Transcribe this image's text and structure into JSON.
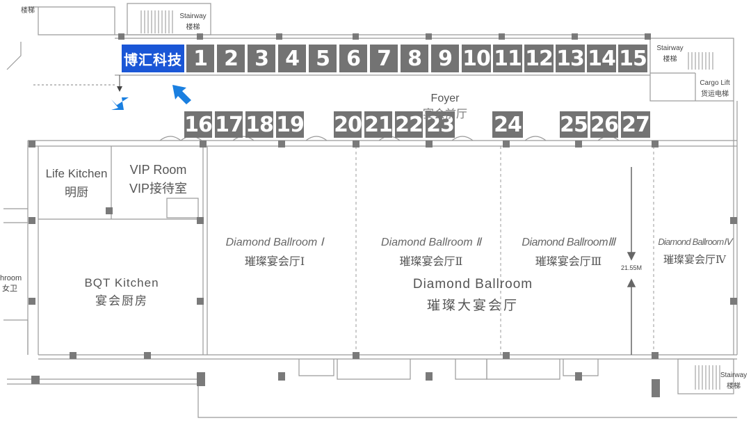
{
  "highlight_booth": {
    "label": "博汇科技",
    "color": "#1a56d6"
  },
  "booths_row1": [
    "1",
    "2",
    "3",
    "4",
    "5",
    "6",
    "7",
    "8",
    "9",
    "10",
    "11",
    "12",
    "13",
    "14",
    "15"
  ],
  "booths_row2": [
    "16",
    "17",
    "18",
    "19",
    "20",
    "21",
    "22",
    "23",
    "24",
    "25",
    "26",
    "27"
  ],
  "rooms": {
    "foyer": {
      "en": "Foyer",
      "zh": "宴会前厅"
    },
    "life_kitchen": {
      "en": "Life Kitchen",
      "zh": "明厨"
    },
    "vip_room": {
      "en": "VIP  Room",
      "zh": "VIP接待室"
    },
    "bqt_kitchen": {
      "en": "BQT Kitchen",
      "zh": "宴会厨房"
    },
    "ballroom": {
      "en": "Diamond Ballroom",
      "zh": "璀璨大宴会厅"
    },
    "ballroom_1": {
      "en": "Diamond Ballroom Ⅰ",
      "zh": "璀璨宴会厅Ⅰ"
    },
    "ballroom_2": {
      "en": "Diamond Ballroom Ⅱ",
      "zh": "璀璨宴会厅Ⅱ"
    },
    "ballroom_3": {
      "en": "Diamond BallroomⅢ",
      "zh": "璀璨宴会厅Ⅲ"
    },
    "ballroom_4": {
      "en": "Diamond BallroomⅣ",
      "zh": "璀璨宴会厅Ⅳ"
    },
    "restroom": {
      "en": "hroom",
      "zh": "女卫"
    }
  },
  "labels": {
    "stairway_top": {
      "en": "Stairway",
      "zh": "楼梯"
    },
    "stairway_right": {
      "en": "Stairway",
      "zh": "楼梯"
    },
    "stairway_bottom": {
      "en": "Stairway",
      "zh": "楼梯"
    },
    "stair_topleft_zh": "楼梯",
    "cargo_lift": {
      "en": "Cargo Lift",
      "zh": "货运电梯"
    },
    "dimension": "21.55M"
  },
  "colors": {
    "booth": "#737373",
    "arrow": "#1a7fe0",
    "wall": "#9a9a9a"
  }
}
